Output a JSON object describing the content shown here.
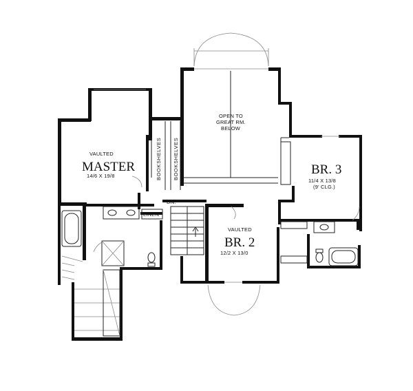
{
  "rooms": {
    "master": {
      "note": "VAULTED",
      "name": "MASTER",
      "size": "14/6 X 19/8"
    },
    "br3": {
      "name": "BR. 3",
      "size": "11/4 X 13/8",
      "ceiling": "(9' CLG.)"
    },
    "br2": {
      "note": "VAULTED",
      "name": "BR. 2",
      "size": "12/2 X 13/0"
    },
    "open": {
      "line1": "OPEN TO",
      "line2": "GREAT RM.",
      "line3": "BELOW"
    }
  },
  "labels": {
    "bookshelves_left": "BOOKSHELVES",
    "bookshelves_right": "BOOKSHELVES",
    "linen": "LINEN",
    "down": "DN."
  }
}
